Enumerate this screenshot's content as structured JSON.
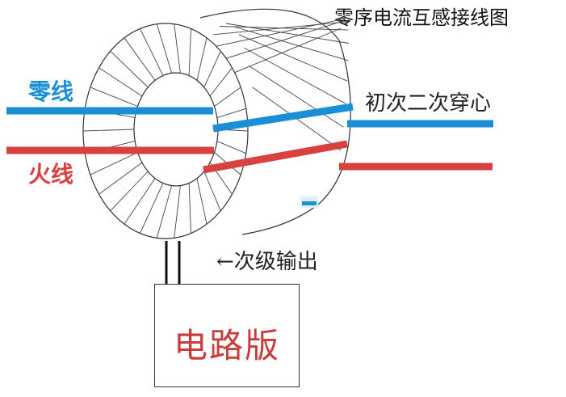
{
  "title": "零序电流互感接线图",
  "labels": {
    "neutral": "零线",
    "live": "火线",
    "primary": "初次二次穿心",
    "secondary": "←次级输出",
    "board": "电路版"
  },
  "colors": {
    "neutral": "#1a8fd6",
    "live": "#d94040",
    "board_text": "#c83c3c",
    "outline": "#333333"
  }
}
